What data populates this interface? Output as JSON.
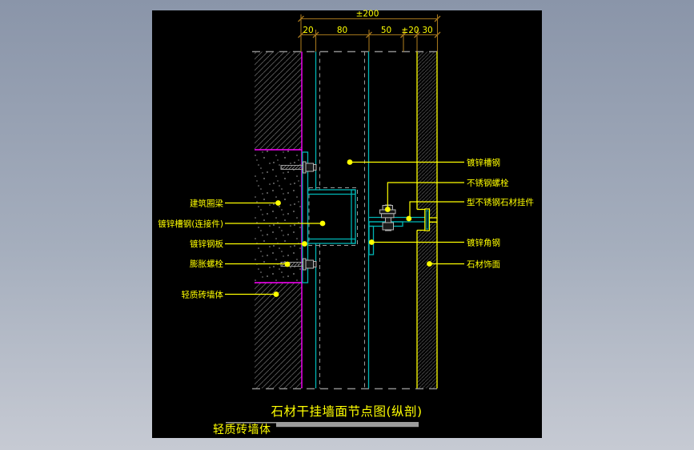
{
  "drawing": {
    "title": "石材干挂墙面节点图(纵剖)",
    "bottom_text": "轻质砖墙体"
  },
  "dimensions": {
    "overall": "±200",
    "segments": [
      "20",
      "80",
      "50",
      "±20",
      "30"
    ]
  },
  "labels_left": [
    {
      "text": "建筑圈梁"
    },
    {
      "text": "镀锌槽钢(连接件)"
    },
    {
      "text": "镀锌钢板"
    },
    {
      "text": "膨胀螺栓"
    },
    {
      "text": "轻质砖墙体"
    }
  ],
  "labels_right": [
    {
      "text": "镀锌槽钢"
    },
    {
      "text": "不锈钢螺栓"
    },
    {
      "text": "型不锈钢石材挂件"
    },
    {
      "text": "镀锌角钢"
    },
    {
      "text": "石材饰面"
    }
  ],
  "colors": {
    "canvas_bg": "#000000",
    "annotation_yellow": "#ffff00",
    "wall_face_magenta": "#ff00ff",
    "steel_cyan": "#00b4b4",
    "dimension_brown": "#a2741c",
    "surround_top": "#8a95a9",
    "surround_bottom": "#c6cad3"
  }
}
